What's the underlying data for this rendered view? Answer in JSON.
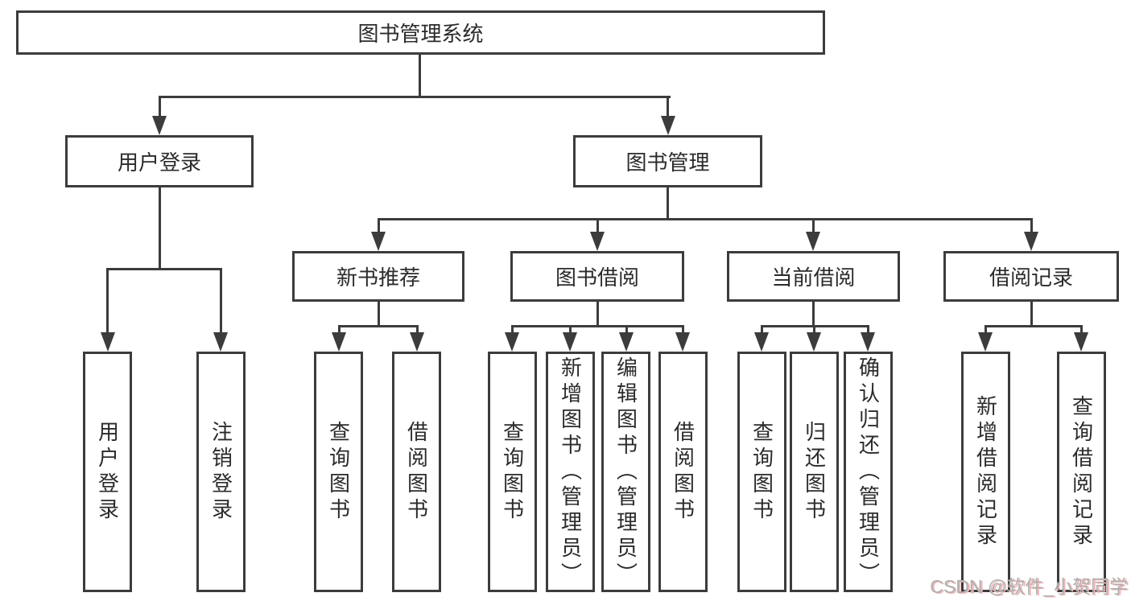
{
  "diagram": {
    "root": {
      "label": "图书管理系统"
    },
    "branches": [
      {
        "label": "用户登录",
        "children": [
          {
            "label": "用户登录"
          },
          {
            "label": "注销登录"
          }
        ]
      },
      {
        "label": "图书管理",
        "children": [
          {
            "label": "新书推荐",
            "children": [
              {
                "label": "查询图书"
              },
              {
                "label": "借阅图书"
              }
            ]
          },
          {
            "label": "图书借阅",
            "children": [
              {
                "label": "查询图书"
              },
              {
                "label": "新增图书（管理员）"
              },
              {
                "label": "编辑图书（管理员）"
              },
              {
                "label": "借阅图书"
              }
            ]
          },
          {
            "label": "当前借阅",
            "children": [
              {
                "label": "查询图书"
              },
              {
                "label": "归还图书"
              },
              {
                "label": "确认归还（管理员）"
              }
            ]
          },
          {
            "label": "借阅记录",
            "children": [
              {
                "label": "新增借阅记录"
              },
              {
                "label": "查询借阅记录"
              }
            ]
          }
        ]
      }
    ]
  },
  "watermark": {
    "text": "CSDN @软件_小贺同学"
  },
  "colors": {
    "line": "#3c3c3c",
    "text": "#2b2b2b",
    "background": "#ffffff",
    "watermark_text": "#b0b0b0",
    "watermark_shadow": "#f0b6b6"
  }
}
